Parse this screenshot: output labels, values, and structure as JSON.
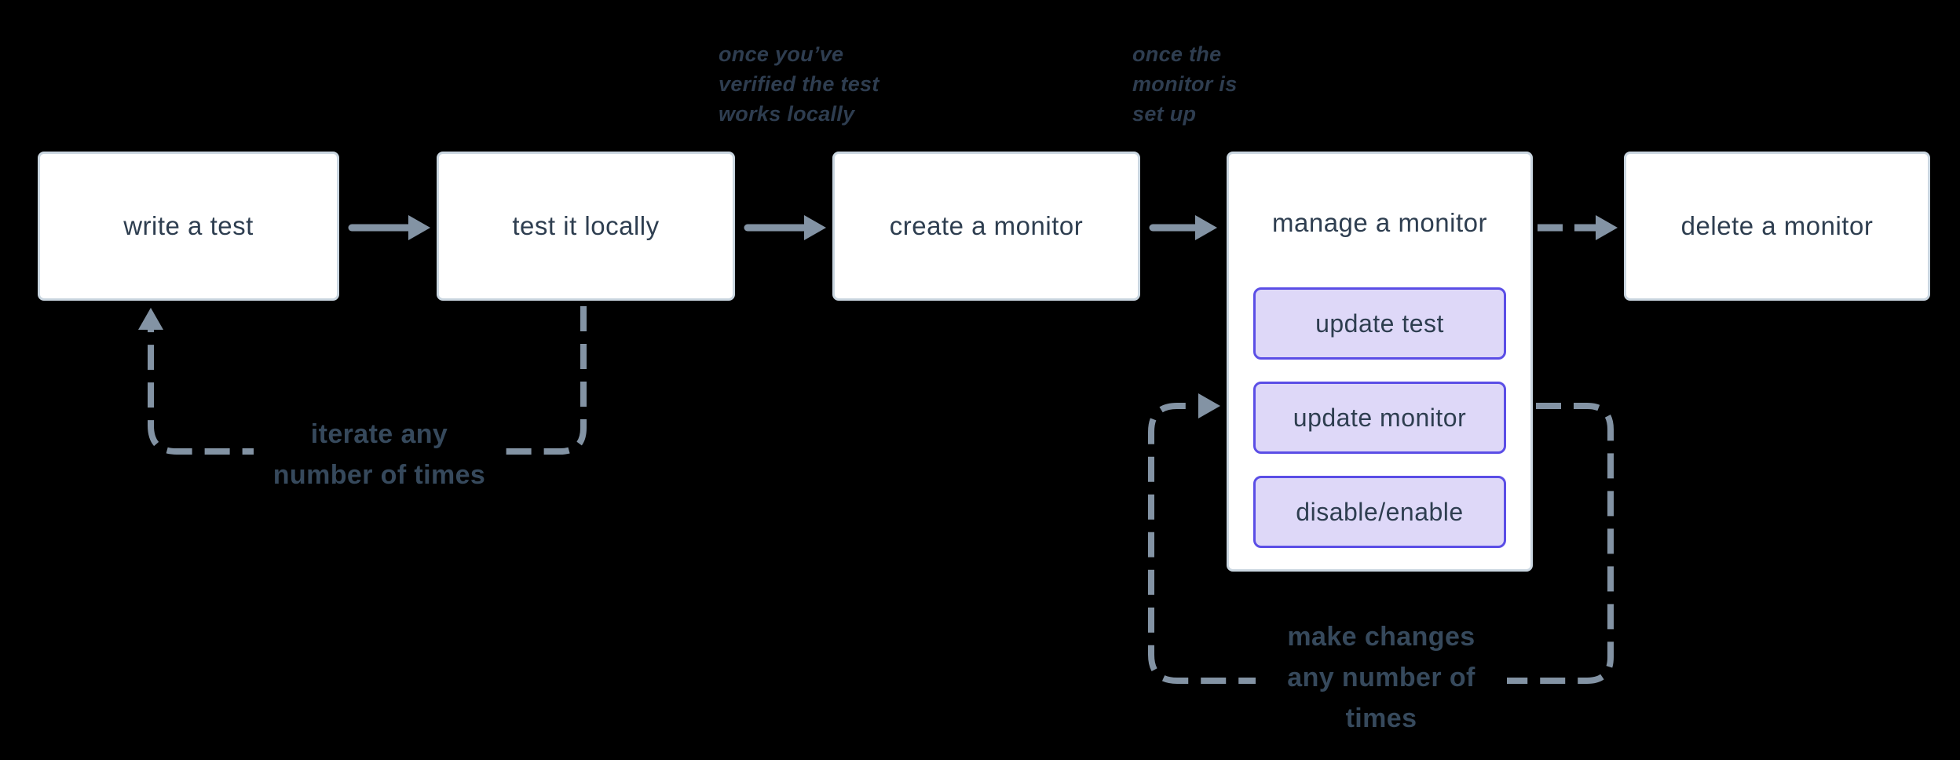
{
  "colors": {
    "background": "#000000",
    "box_fill": "#ffffff",
    "box_border": "#cad6e0",
    "box_text": "#2e3e50",
    "button_fill": "#ded8f8",
    "button_border": "#5b4ee6",
    "connector_gray": "#8393a4",
    "annotation_text": "#2e3d50",
    "loop_label_text": "#36495c"
  },
  "boxes": {
    "write_test": {
      "label": "write a test"
    },
    "test_locally": {
      "label": "test it locally"
    },
    "create_monitor": {
      "label": "create a monitor"
    },
    "manage_monitor": {
      "label": "manage a monitor",
      "buttons": {
        "update_test": "update test",
        "update_monitor": "update monitor",
        "disable_enable": "disable/enable"
      }
    },
    "delete_monitor": {
      "label": "delete a monitor"
    }
  },
  "annotations": {
    "after_test": {
      "line1": "once you’ve",
      "line2": "verified the test",
      "line3": "works locally"
    },
    "after_create": {
      "line1": "once the",
      "line2": "monitor is",
      "line3": "set up"
    }
  },
  "loop_labels": {
    "iterate": {
      "line1": "iterate any",
      "line2": "number of times"
    },
    "make_changes": {
      "line1": "make changes",
      "line2": "any number of",
      "line3": "times"
    }
  }
}
